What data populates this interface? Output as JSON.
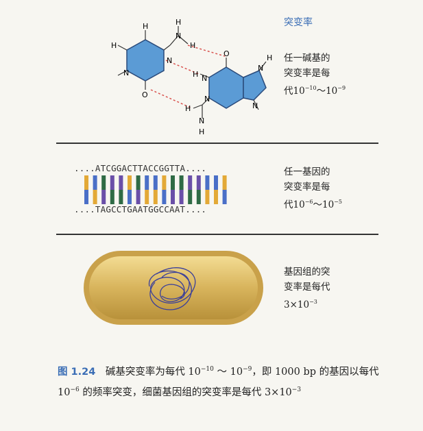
{
  "header": {
    "title": "突变率"
  },
  "panels": [
    {
      "line1": "任一碱基的",
      "line2": "突变率是每",
      "line3_prefix": "代10",
      "exp1": "−10",
      "sep": "～10",
      "exp2": "−9"
    },
    {
      "line1": "任一基因的",
      "line2": "突变率是每",
      "line3_prefix": "代10",
      "exp1": "−6",
      "sep": "～10",
      "exp2": "−5"
    },
    {
      "line1": "基因组的突",
      "line2": "变率是每代",
      "line3_prefix": "3×10",
      "exp1": "−3"
    }
  ],
  "sequence": {
    "top": "....ATCGGACTTACCGGTTA....",
    "bottom": "....TAGCCTGAATGGCCAAT...."
  },
  "molecule_labels": {
    "H": "H",
    "N": "N",
    "O": "O"
  },
  "colors": {
    "accent": "#3a6db5",
    "molecule": "#5b9bd5",
    "hbond": "#d9534f",
    "A": "#e3a937",
    "T": "#4a6fc7",
    "C": "#2f6b45",
    "G": "#6a4fa8",
    "bacterium": "#d8b45c"
  },
  "caption": {
    "label": "图 1.24",
    "t1": "　碱基突变率为每代 10",
    "e1": "−10",
    "t2": " ～ 10",
    "e2": "−9",
    "t3": "，即 1000 bp 的基因以每代 10",
    "e3": "−6",
    "t4": " 的频率突变，细菌基因组的突变率是每代 3×10",
    "e4": "−3"
  }
}
